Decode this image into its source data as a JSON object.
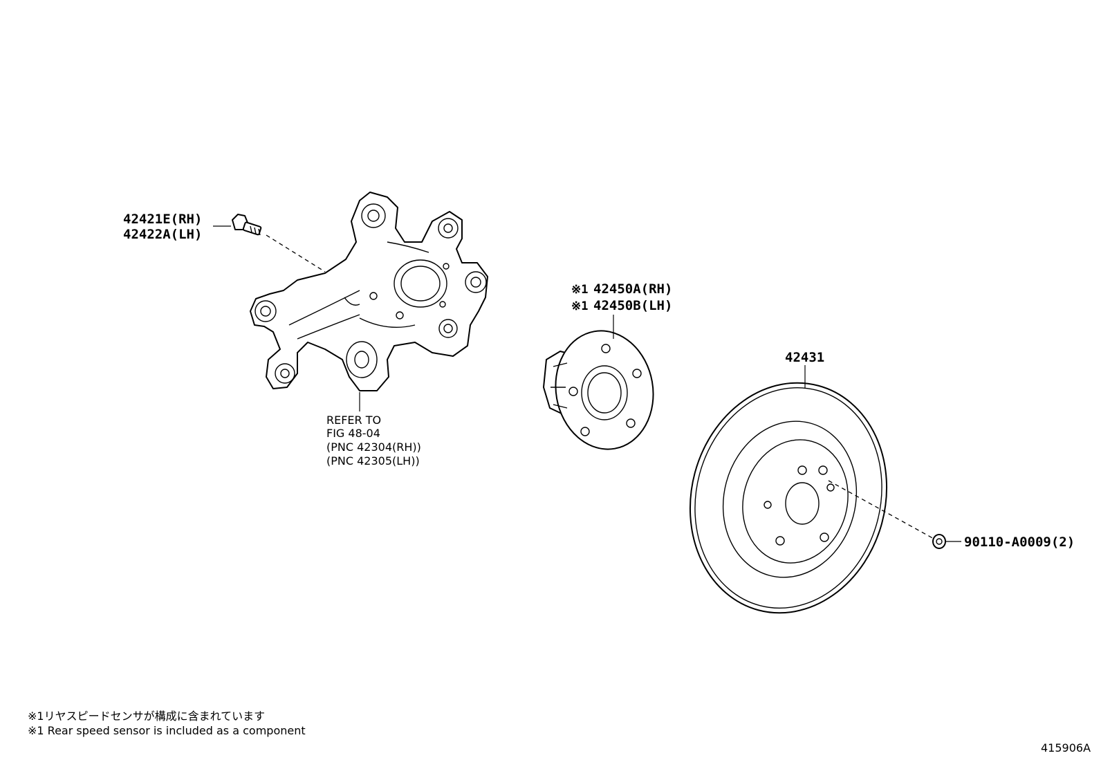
{
  "labels": {
    "bolt_rh": "42421E(RH)",
    "bolt_lh": "42422A(LH)",
    "hub_rh_prefix": "※1",
    "hub_rh": "42450A(RH)",
    "hub_lh_prefix": "※1",
    "hub_lh": "42450B(LH)",
    "disc": "42431",
    "screw": "90110-A0009(2)",
    "refer_line1": "REFER TO",
    "refer_line2": "FIG 48-04",
    "refer_line3": "(PNC 42304(RH))",
    "refer_line4": "(PNC 42305(LH))"
  },
  "notes": {
    "note_jp": "※1リヤスピードセンサが構成に含まれています",
    "note_en": "※1 Rear speed sensor is included as a component"
  },
  "figure_id": "415906A"
}
